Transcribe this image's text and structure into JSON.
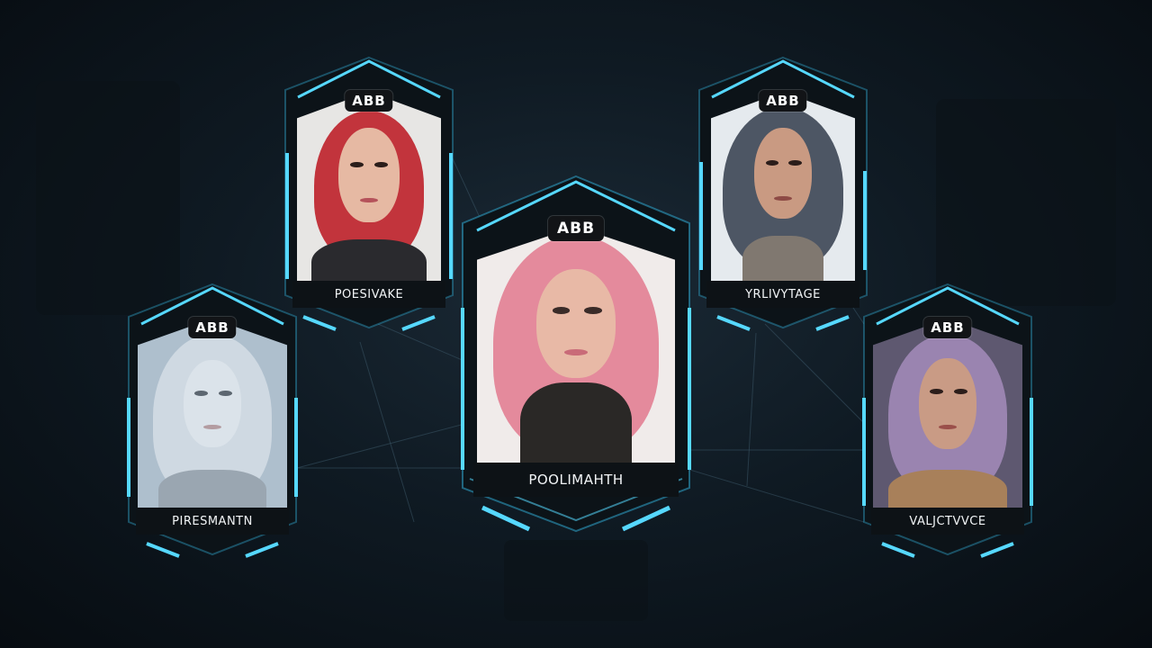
{
  "colors": {
    "accent": "#4fd3ff",
    "frame_glow": "#38c6f4",
    "frame_inner": "#dff6ff",
    "badge_bg": "#121417",
    "background": "#0f1a23"
  },
  "cards": [
    {
      "id": "top-left",
      "badge": "ABB",
      "name": "POESIVAKE",
      "hair_color": "#c2343c",
      "skin_color": "#e6b9a3",
      "bg_color": "#e7e6e4",
      "top_color": "#2a2a2e"
    },
    {
      "id": "center",
      "badge": "ABB",
      "name": "POOLIMAHTH",
      "hair_color": "#e48a9c",
      "skin_color": "#e8b9a6",
      "bg_color": "#f0ebea",
      "top_color": "#2a2826"
    },
    {
      "id": "top-right",
      "badge": "ABB",
      "name": "YRLIVYTAGE",
      "hair_color": "#4d5664",
      "skin_color": "#c99a82",
      "bg_color": "#e5eaee",
      "top_color": "#807870"
    },
    {
      "id": "bottom-left",
      "badge": "ABB",
      "name": "PIRESMANTN",
      "hair_color": "#cfd9e2",
      "skin_color": "#dbe3ea",
      "bg_color": "#aebfcd",
      "top_color": "#9aa6b1"
    },
    {
      "id": "bottom-right",
      "badge": "ABB",
      "name": "VALJCTVVCE",
      "hair_color": "#9a84b0",
      "skin_color": "#c99b85",
      "bg_color": "#5e5870",
      "top_color": "#a8805a"
    }
  ]
}
